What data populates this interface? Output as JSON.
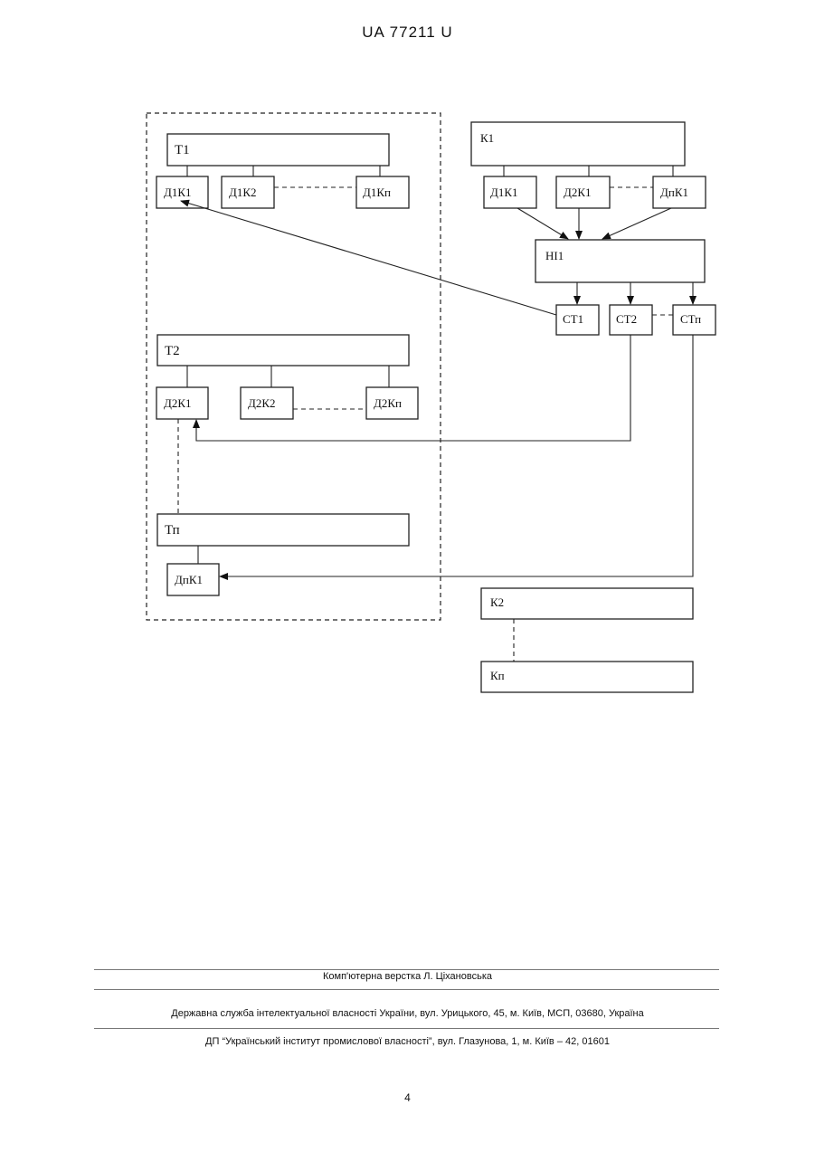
{
  "header": {
    "patent_number": "UA   77211   U"
  },
  "diagram": {
    "t1": "Т1",
    "d1k1": "Д1К1",
    "d1k2": "Д1К2",
    "d1kn": "Д1Кп",
    "k1": "К1",
    "d1k1_right": "Д1К1",
    "d2k1_right": "Д2К1",
    "dnk1_right": "ДпК1",
    "ni": "НІ1",
    "st1": "СТ1",
    "st2": "СТ2",
    "stn": "СТп",
    "t2": "Т2",
    "d2k1": "Д2К1",
    "d2k2": "Д2К2",
    "d2kn": "Д2Кп",
    "tn": "Тп",
    "dnk1": "ДпК1",
    "k2": "К2",
    "kn": "Кп"
  },
  "footer": {
    "typesetting": "Комп'ютерна верстка Л. Ціхановська",
    "agency": "Державна служба інтелектуальної власності України, вул. Урицького, 45, м. Київ, МСП, 03680, Україна",
    "institute": "ДП “Український інститут промислової власності”, вул. Глазунова, 1, м. Київ – 42, 01601"
  },
  "page_number": "4"
}
